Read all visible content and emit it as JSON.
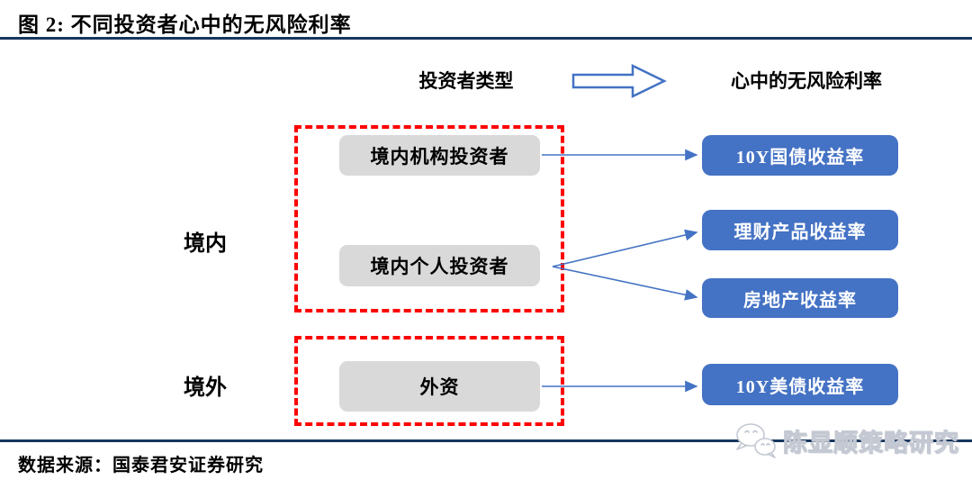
{
  "figure": {
    "title": "图 2:  不同投资者心中的无风险利率",
    "source": "数据来源：国泰君安证券研究",
    "watermark": "陈显顺策略研究"
  },
  "headers": {
    "investor_type": "投资者类型",
    "risk_free_rate": "心中的无风险利率"
  },
  "groups": [
    {
      "label": "境内"
    },
    {
      "label": "境外"
    }
  ],
  "investors": [
    {
      "label": "境内机构投资者"
    },
    {
      "label": "境内个人投资者"
    },
    {
      "label": "外资"
    }
  ],
  "rates": [
    {
      "label": "10Y国债收益率"
    },
    {
      "label": "理财产品收益率"
    },
    {
      "label": "房地产收益率"
    },
    {
      "label": "10Y美债收益率"
    }
  ],
  "mappings": [
    {
      "from": "境内机构投资者",
      "to": "10Y国债收益率"
    },
    {
      "from": "境内个人投资者",
      "to": "理财产品收益率"
    },
    {
      "from": "境内个人投资者",
      "to": "房地产收益率"
    },
    {
      "from": "外资",
      "to": "10Y美债收益率"
    }
  ],
  "colors": {
    "rule_navy": "#17365d",
    "group_border_red": "#fe0000",
    "investor_box_gray": "#d9d9d9",
    "rate_box_blue": "#4472c4",
    "arrow_blue": "#4472c4"
  }
}
